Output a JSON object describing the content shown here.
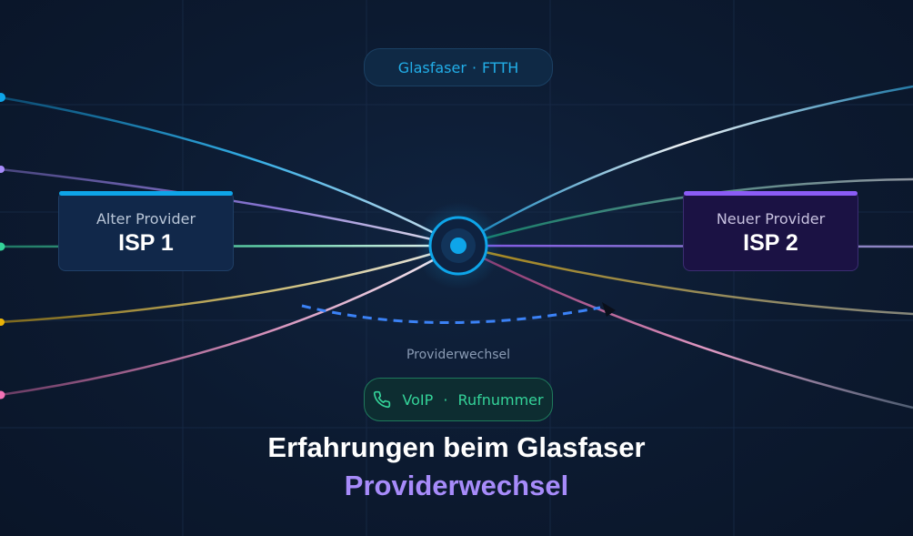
{
  "top_badge": {
    "label": "Glasfaser",
    "separator": "·",
    "suffix": "FTTH"
  },
  "bottom_badge": {
    "icon": "phone-icon",
    "label": "VoIP",
    "separator": "·",
    "suffix": "Rufnummer"
  },
  "old_provider": {
    "caption": "Alter Provider",
    "name": "ISP 1",
    "accent": "#0ea5e9"
  },
  "new_provider": {
    "caption": "Neuer Provider",
    "name": "ISP 2",
    "accent": "#8b5cf6"
  },
  "hub": {
    "label": "Providerwechsel",
    "color": "#0ea5e9"
  },
  "headline": {
    "line1": "Erfahrungen beim Glasfaser",
    "line2": "Providerwechsel",
    "line2_color": "#a78bfa"
  },
  "line_colors": [
    "#0ea5e9",
    "#a78bfa",
    "#34d399",
    "#eab308",
    "#f472b6"
  ]
}
